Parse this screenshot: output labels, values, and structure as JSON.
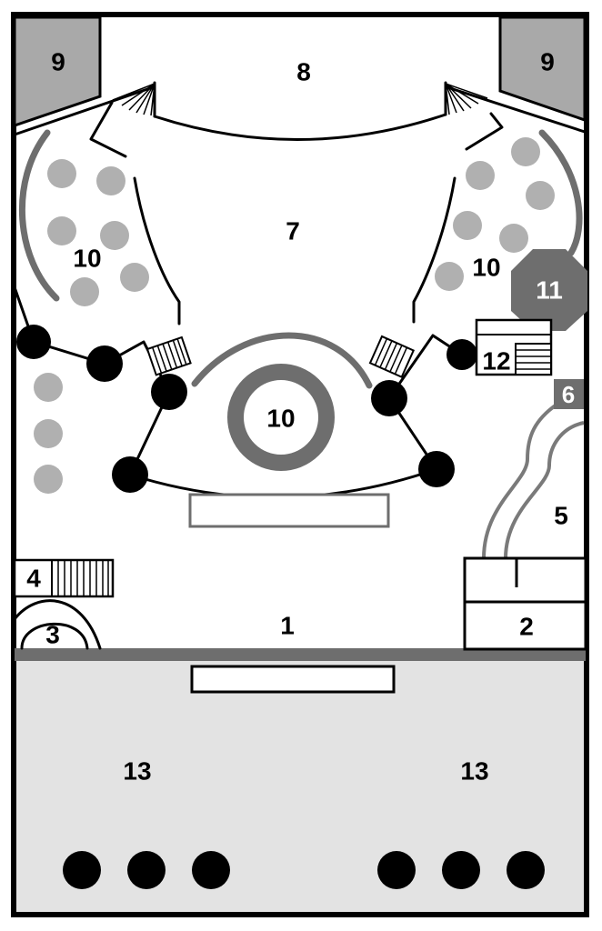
{
  "labels": {
    "area_1": "1",
    "area_2": "2",
    "area_3": "3",
    "area_4": "4",
    "area_5": "5",
    "area_6": "6",
    "area_7": "7",
    "area_8": "8",
    "area_9_left": "9",
    "area_9_right": "9",
    "area_10_left": "10",
    "area_10_center": "10",
    "area_10_right": "10",
    "area_11": "11",
    "area_12": "12",
    "area_13_left": "13",
    "area_13_right": "13"
  },
  "colors": {
    "outline": "#000000",
    "dark_gray": "#6e6e6e",
    "mid_gray": "#a9a9a9",
    "light_gray": "#b0b0b0",
    "floor_gray": "#e3e3e3",
    "background": "#ffffff"
  }
}
